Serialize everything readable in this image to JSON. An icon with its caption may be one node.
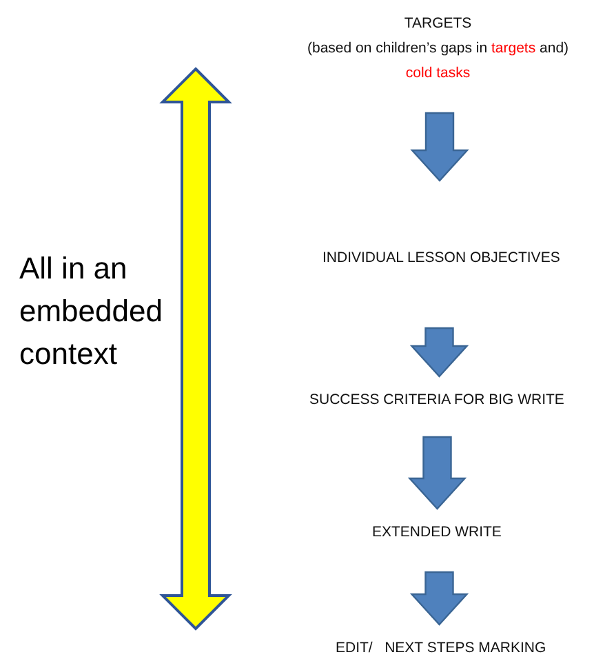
{
  "diagram": {
    "nodes": [
      {
        "text": [
          "TARGETS",
          "(based on children’s gaps in",
          "targets",
          "and)",
          "cold tasks"
        ]
      },
      {
        "text": [
          "INDIVIDUAL LESSON OBJECTIVES"
        ]
      },
      {
        "text": [
          "SUCCESS CRITERIA FOR BIG WRITE"
        ]
      },
      {
        "text": [
          "EXTENDED WRITE"
        ]
      },
      {
        "text": [
          "EDIT/   NEXT STEPS MARKING"
        ]
      }
    ],
    "edges": [
      {
        "from": 0,
        "to": 1,
        "arrow": "to",
        "style": "thick"
      },
      {
        "from": 1,
        "to": 2,
        "arrow": "to",
        "style": "thick"
      },
      {
        "from": 2,
        "to": 3,
        "arrow": "to",
        "style": "thick"
      },
      {
        "from": 3,
        "to": 4,
        "arrow": "to",
        "style": "thick"
      }
    ],
    "labels": [
      "All in an embedded context"
    ]
  }
}
